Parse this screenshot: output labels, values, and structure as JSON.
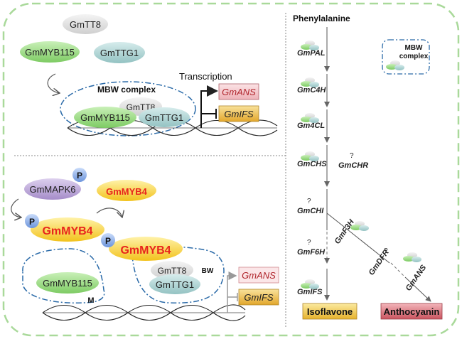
{
  "top_panel": {
    "free_tt8": "GmTT8",
    "free_myb115": "GmMYB115",
    "free_ttg1": "GmTTG1",
    "complex_label": "MBW complex",
    "complex_tt8": "GmTT8",
    "complex_myb115": "GmMYB115",
    "complex_ttg1": "GmTTG1",
    "transcription": "Transcription",
    "gene_ans": "GmANS",
    "gene_ifs": "GmIFS"
  },
  "bottom_panel": {
    "mapk6": "GmMAPK6",
    "myb4_free": "GmMYB4",
    "myb4_phos1": "GmMYB4",
    "myb4_phos2": "GmMYB4",
    "phospho_p": "P",
    "m_myb115": "GmMYB115",
    "m_label": "M",
    "bw_tt8": "GmTT8",
    "bw_ttg1": "GmTTG1",
    "bw_label": "BW",
    "gene_ans": "GmANS",
    "gene_ifs": "GmIFS"
  },
  "pathway": {
    "start": "Phenylalanine",
    "pal": "GmPAL",
    "c4h": "GmC4H",
    "cl4": "Gm4CL",
    "chs": "GmCHS",
    "chr": "GmCHR",
    "chi": "GmCHI",
    "f6h": "GmF6H",
    "ifs": "GmIFS",
    "f3h": "GmF3H",
    "dfr": "GmDFR",
    "ans": "GmANS",
    "question": "?",
    "isoflavone": "Isoflavone",
    "anthocyanin": "Anthocyanin",
    "legend_line1": "MBW",
    "legend_line2": "complex"
  },
  "colors": {
    "frame_green": "#a9d99a",
    "myb_green": "#8fd37a",
    "ttg1_teal": "#a9cfcf",
    "tt8_gray": "#dcdcdc",
    "mapk_purple": "#b9a2d6",
    "myb4_yellow": "#f7d23c",
    "myb4_red": "#e8251d",
    "phospho_blue": "#86a9e6",
    "ans_red": "#d8828a",
    "ifs_gold": "#e8b43a",
    "complex_blue": "#2a6aa8"
  }
}
